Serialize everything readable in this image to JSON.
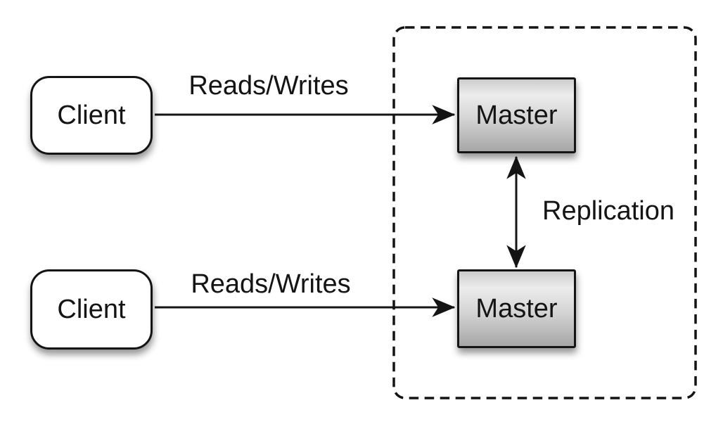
{
  "diagram": {
    "type": "architecture-diagram",
    "background_color": "#ffffff",
    "stroke_color": "#141414",
    "nodes": {
      "client_top": {
        "label": "Client",
        "shape": "rounded-rectangle",
        "fill": "#ffffff"
      },
      "client_bottom": {
        "label": "Client",
        "shape": "rounded-rectangle",
        "fill": "#ffffff"
      },
      "master_top": {
        "label": "Master",
        "shape": "rectangle",
        "fill_gradient_top": "#ececec",
        "fill_gradient_bottom": "#a6a6a6"
      },
      "master_bottom": {
        "label": "Master",
        "shape": "rectangle",
        "fill_gradient_top": "#ececec",
        "fill_gradient_bottom": "#a6a6a6"
      }
    },
    "edges": {
      "reads_writes_top": {
        "label": "Reads/Writes",
        "from": "client_top",
        "to": "master_top",
        "direction": "one-way"
      },
      "reads_writes_bottom": {
        "label": "Reads/Writes",
        "from": "client_bottom",
        "to": "master_bottom",
        "direction": "one-way"
      },
      "replication": {
        "label": "Replication",
        "from": "master_top",
        "to": "master_bottom",
        "direction": "two-way"
      }
    },
    "boundary": {
      "style": "dashed-rounded-rectangle",
      "contains": "master_top, master_bottom"
    }
  }
}
